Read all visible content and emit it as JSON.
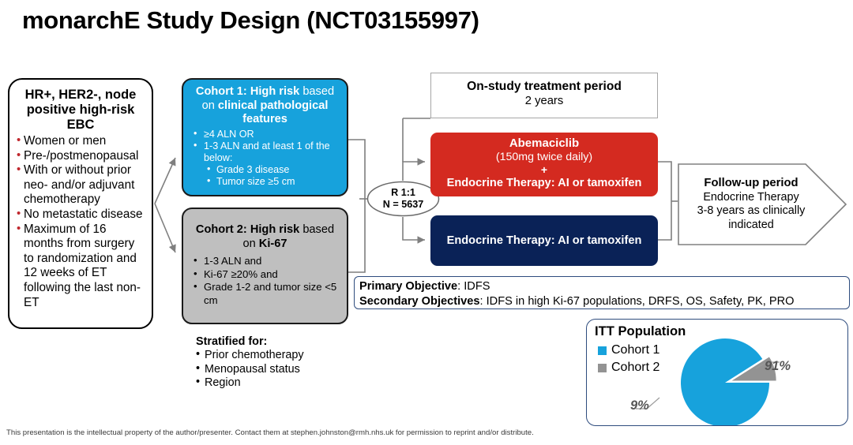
{
  "title": "monarchE Study Design (NCT03155997)",
  "eligibility": {
    "heading": "HR+, HER2-, node positive high-risk EBC",
    "bullets": [
      "Women or men",
      "Pre-/postmenopausal",
      "With or without prior neo- and/or adjuvant chemotherapy",
      "No metastatic disease",
      "Maximum of 16 months from surgery to randomization and 12 weeks of ET following the last non-ET"
    ],
    "bullet_color": "#C0272D"
  },
  "cohort1": {
    "heading_pre": "Cohort 1: High risk",
    "heading_mid": " based on ",
    "heading_bold2": "clinical pathological features",
    "bullets": [
      "≥4 ALN OR",
      "1-3 ALN and at least 1 of the below:"
    ],
    "sub_bullets": [
      "Grade 3 disease",
      "Tumor size ≥5 cm"
    ],
    "color": "#17A2DC"
  },
  "cohort2": {
    "heading_pre": "Cohort 2: High risk",
    "heading_mid": " based on ",
    "heading_bold2": "Ki-67",
    "bullets": [
      "1-3 ALN and",
      "Ki-67 ≥20% and",
      "Grade 1-2 and tumor size  <5",
      "cm"
    ],
    "color": "#BFBFBF"
  },
  "stratified": {
    "title": "Stratified for:",
    "items": [
      "Prior chemotherapy",
      "Menopausal status",
      "Region"
    ]
  },
  "randomization": {
    "ratio": "R 1:1",
    "n": "N = 5637"
  },
  "treatment_period": {
    "title": "On-study treatment period",
    "duration": "2 years"
  },
  "arm_experimental": {
    "drug": "Abemaciclib",
    "dose": "(150mg twice daily)",
    "plus": "+",
    "endocrine": "Endocrine Therapy: AI or tamoxifen",
    "color": "#D42A20"
  },
  "arm_control": {
    "label": "Endocrine Therapy: AI or tamoxifen",
    "color": "#0A2257"
  },
  "followup": {
    "title": "Follow-up period",
    "line1": "Endocrine Therapy",
    "line2": "3-8 years as clinically",
    "line3": "indicated"
  },
  "objectives": {
    "primary_label": "Primary Objective",
    "primary_value": ": IDFS",
    "secondary_label": "Secondary Objectives",
    "secondary_value": ": IDFS in high Ki-67 populations, DRFS, OS, Safety, PK, PRO"
  },
  "itt": {
    "title": "ITT Population",
    "legend": [
      {
        "label": "Cohort 1",
        "color": "#17A2DC"
      },
      {
        "label": "Cohort 2",
        "color": "#939393"
      }
    ]
  },
  "chart_data": {
    "type": "pie",
    "title": "ITT Population",
    "categories": [
      "Cohort 1",
      "Cohort 2"
    ],
    "values": [
      91,
      9
    ],
    "labels": [
      "91%",
      "9%"
    ],
    "colors": [
      "#17A2DC",
      "#939393"
    ],
    "exploded_slice": "Cohort 2",
    "legend_position": "top-left",
    "unit": "%"
  },
  "footer": {
    "note": "This presentation is the intellectual property of the author/presenter. Contact them at stephen.johnston@rmh.nhs.uk for permission to reprint and/or distribute."
  }
}
